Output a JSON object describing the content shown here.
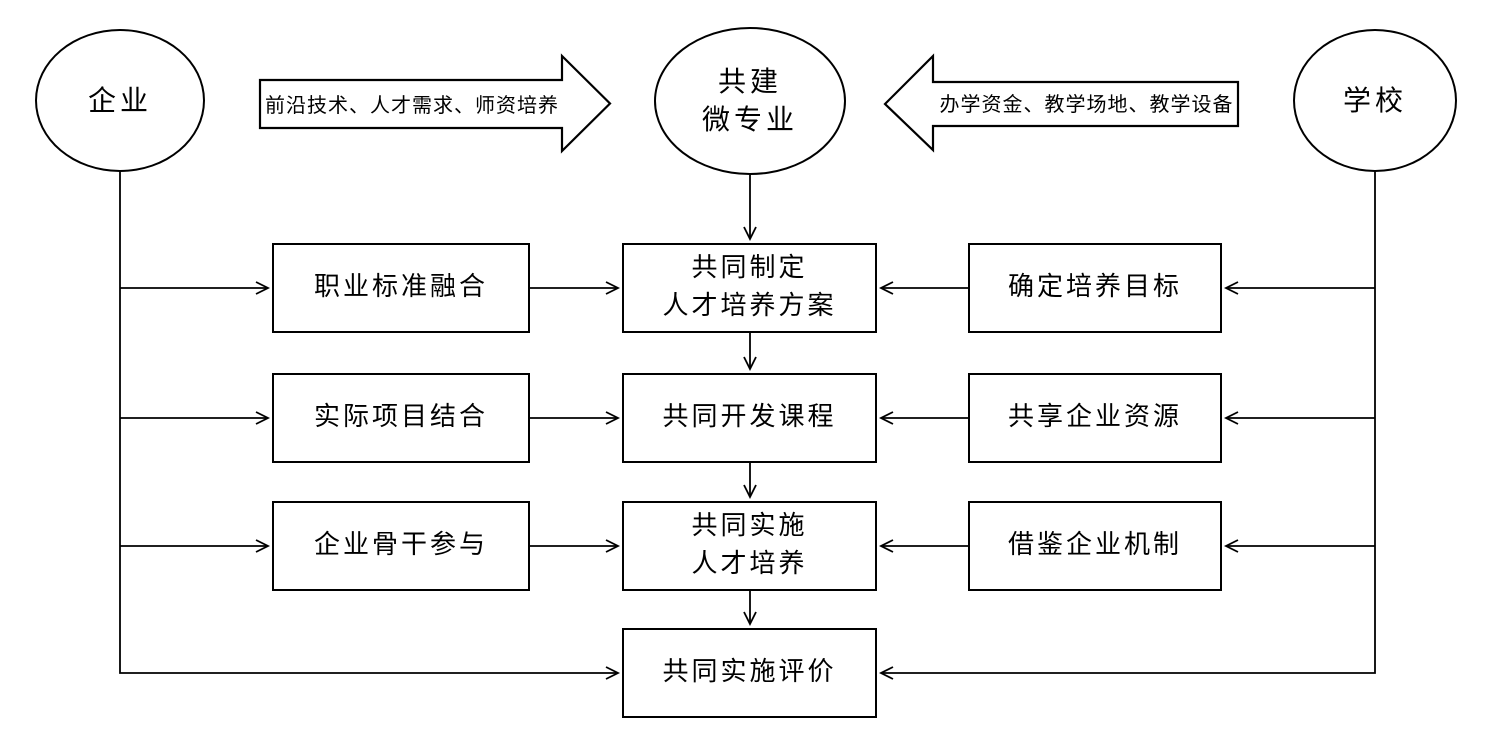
{
  "colors": {
    "ink": "#000000",
    "background": "#ffffff"
  },
  "nodes": {
    "enterprise": {
      "label": "企业"
    },
    "micro_major": {
      "label": "共建\n微专业"
    },
    "school": {
      "label": "学校"
    }
  },
  "banner_arrows": {
    "enterprise_contribution": {
      "label": "前沿技术、人才需求、师资培养",
      "direction": "right"
    },
    "school_contribution": {
      "label": "办学资金、教学场地、教学设备",
      "direction": "left"
    }
  },
  "columns": {
    "left": {
      "items": [
        {
          "label": "职业标准融合"
        },
        {
          "label": "实际项目结合"
        },
        {
          "label": "企业骨干参与"
        }
      ]
    },
    "center": {
      "items": [
        {
          "label": "共同制定\n人才培养方案"
        },
        {
          "label": "共同开发课程"
        },
        {
          "label": "共同实施\n人才培养"
        },
        {
          "label": "共同实施评价"
        }
      ]
    },
    "right": {
      "items": [
        {
          "label": "确定培养目标"
        },
        {
          "label": "共享企业资源"
        },
        {
          "label": "借鉴企业机制"
        }
      ]
    }
  }
}
